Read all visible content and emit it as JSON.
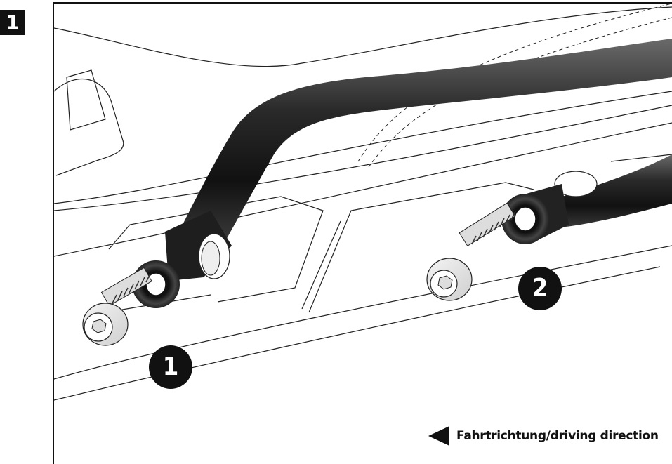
{
  "step": {
    "number": "1"
  },
  "callouts": [
    {
      "label": "1"
    },
    {
      "label": "2"
    }
  ],
  "direction": {
    "label": "Fahrtrichtung/driving direction"
  }
}
